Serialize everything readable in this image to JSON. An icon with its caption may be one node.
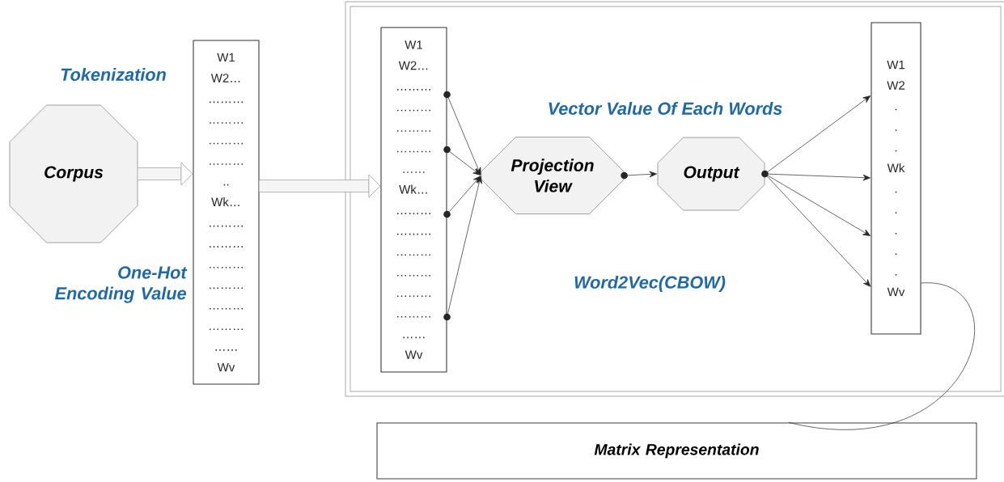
{
  "diagram": {
    "nodes": [
      {
        "text": [
          "Corpus"
        ]
      },
      {
        "text": [
          "W1",
          "W2…",
          "………",
          "………",
          "………",
          "………",
          "..",
          "Wk…",
          "………",
          "………",
          "………",
          "………",
          "………",
          "………",
          "……",
          "Wv"
        ]
      },
      {
        "text": [
          "Word2Vec(CBOW)"
        ]
      },
      {
        "text": [
          "W1",
          "W2…",
          "………",
          "………",
          "………",
          "………",
          "……",
          "Wk…",
          "………",
          "………",
          "………",
          "………",
          "………",
          "………",
          "……",
          "Wv"
        ],
        "in": 2
      },
      {
        "text": [
          "Projection View"
        ],
        "in": 2
      },
      {
        "text": [
          "Output"
        ],
        "in": 2
      },
      {
        "text": [
          "W1",
          "W2",
          ".",
          ".",
          ".",
          "Wk",
          ".",
          ".",
          ".",
          ".",
          ".",
          "Wv"
        ],
        "in": 2
      },
      {
        "text": [
          "Matrix Representation"
        ]
      }
    ],
    "edges": [
      {
        "from": 0,
        "to": 1,
        "arrow": "to",
        "style": "thick",
        "color": "#9f9f9f"
      },
      {
        "from": 1,
        "to": 3,
        "arrow": "to",
        "style": "thick",
        "color": "#9f9f9f"
      },
      {
        "from": 3,
        "to": 4,
        "arrow": "to"
      },
      {
        "from": 3,
        "to": 4,
        "arrow": "to"
      },
      {
        "from": 3,
        "to": 4,
        "arrow": "to"
      },
      {
        "from": 3,
        "to": 4,
        "arrow": "to"
      },
      {
        "from": 4,
        "to": 5,
        "arrow": "to"
      },
      {
        "from": 5,
        "to": 6,
        "arrow": "to"
      },
      {
        "from": 5,
        "to": 6,
        "arrow": "to"
      },
      {
        "from": 5,
        "to": 6,
        "arrow": "to"
      },
      {
        "from": 5,
        "to": 6,
        "arrow": "to"
      },
      {
        "from": 6,
        "to": 7,
        "arrow": "none"
      }
    ],
    "labels": [
      "Tokenization",
      "Vector Value Of Each Words",
      "One-Hot Encoding Value"
    ]
  }
}
